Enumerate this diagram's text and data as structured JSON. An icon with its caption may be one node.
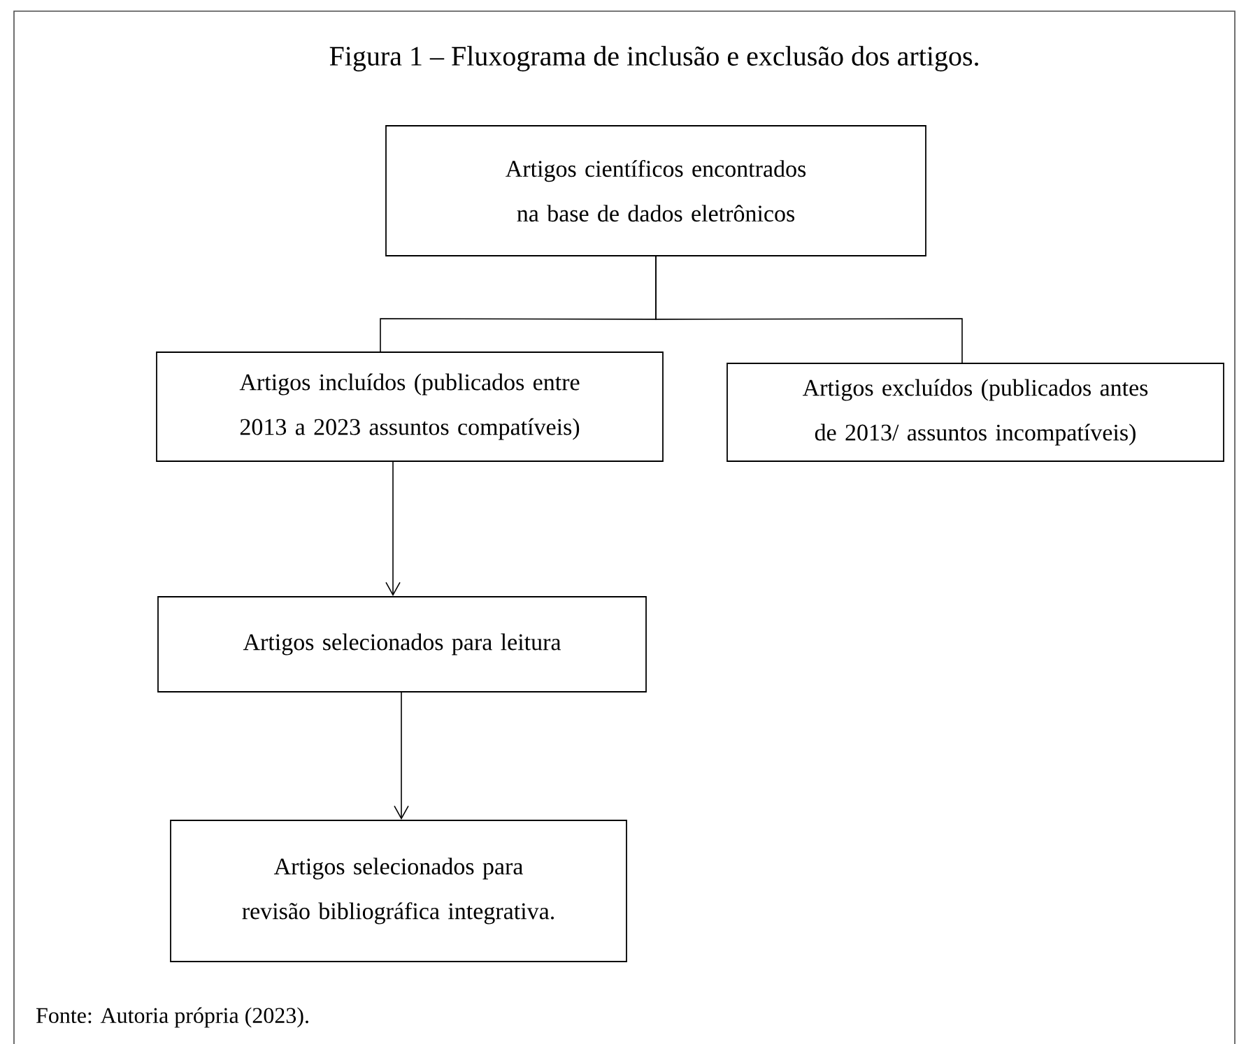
{
  "diagram": {
    "title": "Figura 1 – Fluxograma de inclusão e exclusão dos artigos.",
    "caption": "Fonte: Autoria própria (2023).",
    "nodes": [
      {
        "text": [
          "Artigos científicos encontrados na base de dados eletrônicos"
        ]
      },
      {
        "text": [
          "Artigos incluídos (publicados entre 2013 a 2023 assuntos compatíveis)"
        ]
      },
      {
        "text": [
          "Artigos excluídos (publicados antes de 2013/ assuntos incompatíveis)"
        ]
      },
      {
        "text": [
          "Artigos selecionados para leitura"
        ]
      },
      {
        "text": [
          "Artigos selecionados para revisão bibliográfica integrativa."
        ]
      }
    ],
    "edges": [
      {
        "from": 0,
        "to": 1,
        "arrow": "none"
      },
      {
        "from": 0,
        "to": 2,
        "arrow": "none"
      },
      {
        "from": 1,
        "to": 3,
        "arrow": "to"
      },
      {
        "from": 3,
        "to": 4,
        "arrow": "to"
      }
    ]
  }
}
